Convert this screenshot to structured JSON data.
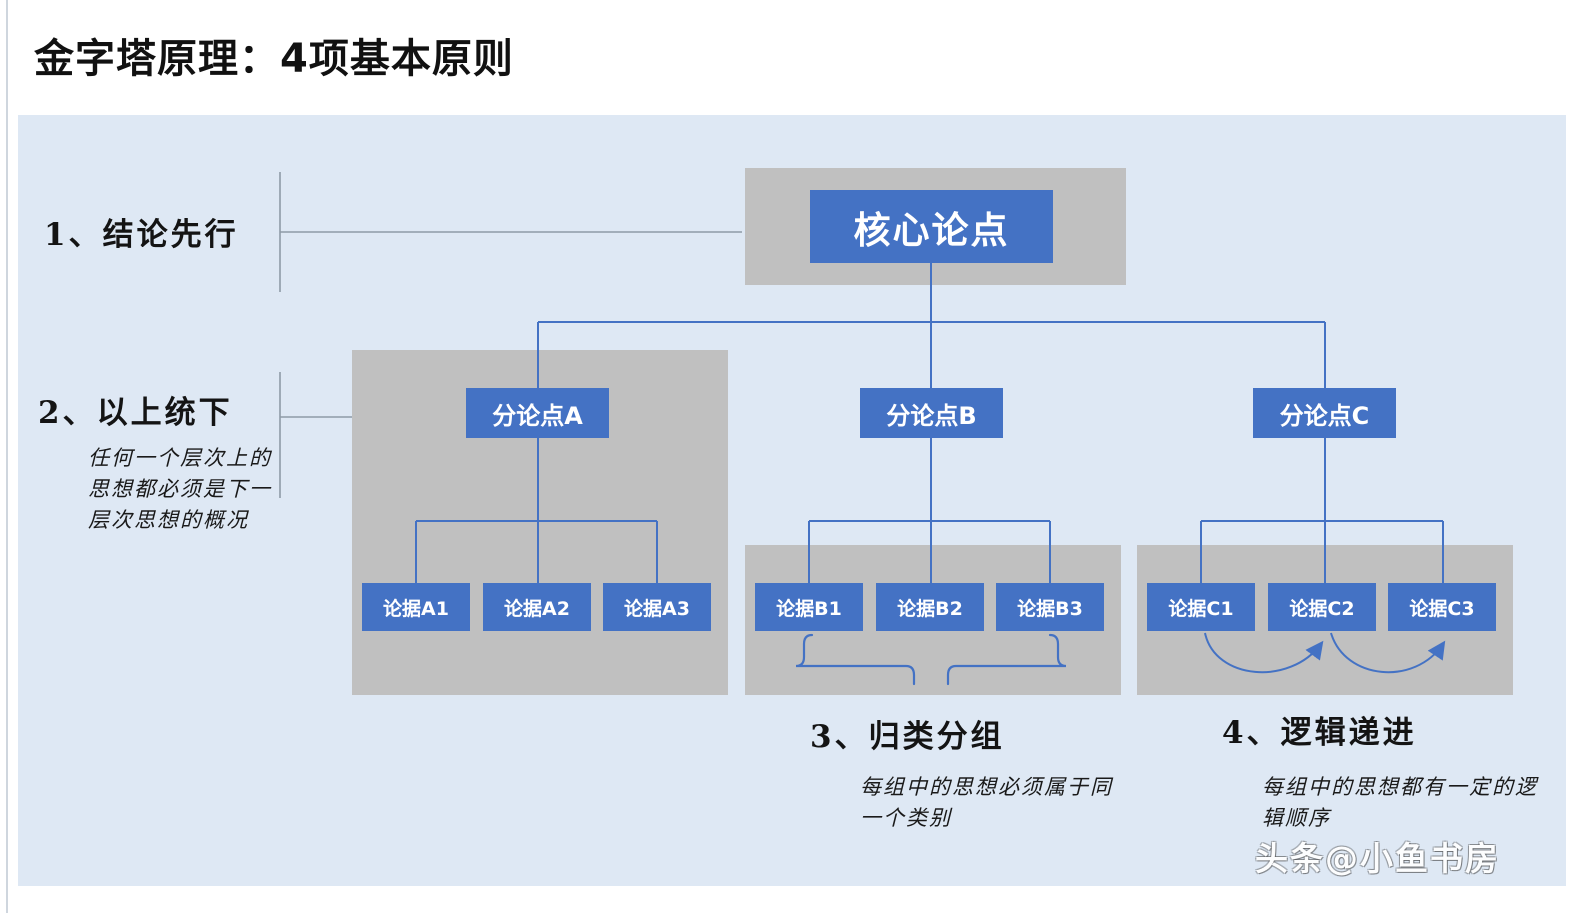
{
  "slide": {
    "title": "金字塔原理：4项基本原则",
    "background_color": "#ffffff",
    "canvas_color": "#dee8f4",
    "node_color": "#4472c4",
    "group_panel_color": "#c0c0c0",
    "connector_color": "#4472c4"
  },
  "core": {
    "label": "核心论点"
  },
  "branches": [
    {
      "key": "A",
      "label": "分论点A",
      "leaves": [
        "论据A1",
        "论据A2",
        "论据A3"
      ]
    },
    {
      "key": "B",
      "label": "分论点B",
      "leaves": [
        "论据B1",
        "论据B2",
        "论据B3"
      ]
    },
    {
      "key": "C",
      "label": "分论点C",
      "leaves": [
        "论据C1",
        "论据C2",
        "论据C3"
      ]
    }
  ],
  "principles": [
    {
      "number": "1",
      "heading": "1、结论先行",
      "description": ""
    },
    {
      "number": "2",
      "heading": "2、以上统下",
      "description": "任何一个层次上的思想都必须是下一层次思想的概况"
    },
    {
      "number": "3",
      "heading": "3、归类分组",
      "description": "每组中的思想必须属于同一个类别"
    },
    {
      "number": "4",
      "heading": "4、逻辑递进",
      "description": "每组中的思想都有一定的逻辑顺序"
    }
  ],
  "watermark": {
    "text": "头条@小鱼书房"
  }
}
